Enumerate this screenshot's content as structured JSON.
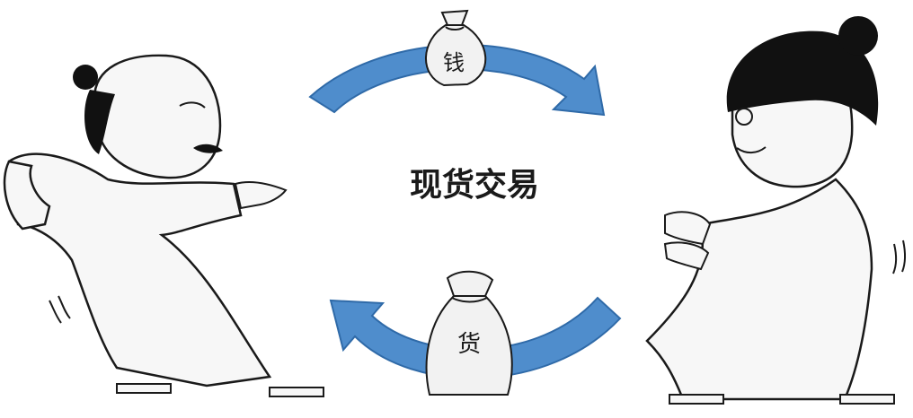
{
  "title": "现货交易",
  "money_bag": {
    "label": "钱",
    "icon": "money-bag-icon"
  },
  "goods_sack": {
    "label": "货",
    "icon": "goods-sack-icon"
  },
  "colors": {
    "arrow": "#4f8dcc",
    "arrow_edge": "#2f6aa8",
    "ink": "#1a1a1a",
    "bag_fill": "#f2f2f2",
    "robe_fill": "#f7f7f7",
    "hair": "#111111"
  }
}
